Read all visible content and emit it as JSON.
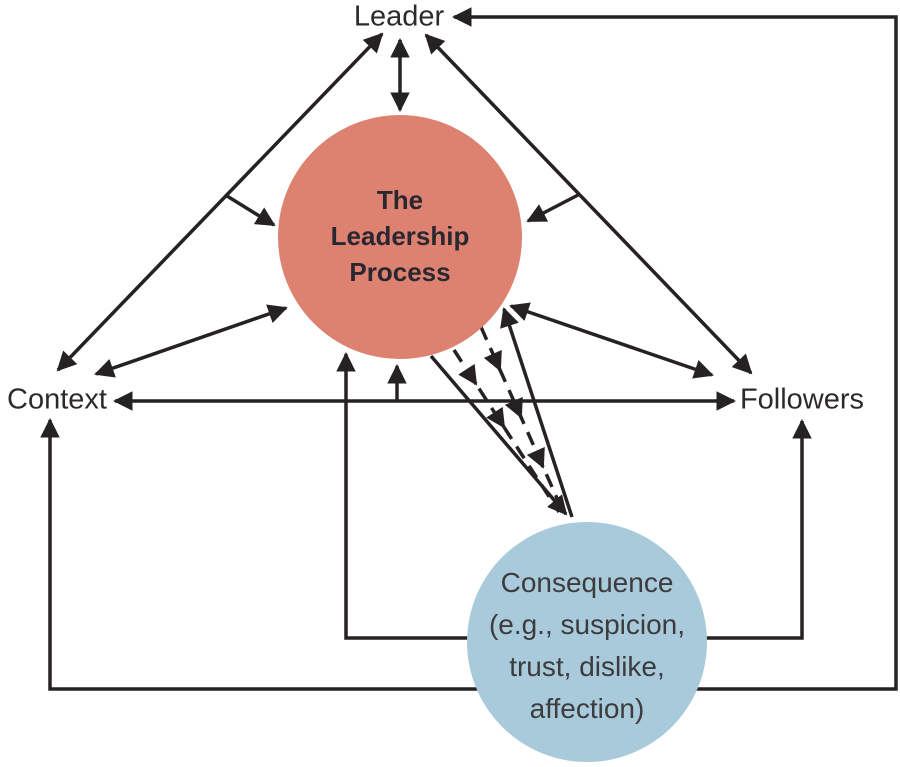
{
  "diagram_title": "The Leadership Process",
  "nodes": {
    "leader": {
      "label": "Leader"
    },
    "context": {
      "label": "Context"
    },
    "followers": {
      "label": "Followers"
    },
    "process": {
      "label": "The\nLeadership\nProcess"
    },
    "consequence": {
      "label": "Consequence\n(e.g., suspicion,\ntrust, dislike,\naffection)"
    }
  },
  "colors": {
    "line": "#262223",
    "label_text": "#2e2a2b",
    "process_circle": "#dd8171",
    "process_text": "#2b2730",
    "consequence_circle": "#a9cadb",
    "consequence_text": "#3c3b3d"
  },
  "edges": [
    {
      "from": "leader",
      "to": "process",
      "style": "solid",
      "arrows": "both"
    },
    {
      "from": "leader",
      "to": "context",
      "style": "solid",
      "arrows": "both"
    },
    {
      "from": "leader-context-line",
      "to": "process",
      "style": "solid",
      "arrows": "end"
    },
    {
      "from": "leader",
      "to": "followers",
      "style": "solid",
      "arrows": "both"
    },
    {
      "from": "leader-followers-line",
      "to": "process",
      "style": "solid",
      "arrows": "end"
    },
    {
      "from": "context",
      "to": "followers",
      "style": "solid",
      "arrows": "both"
    },
    {
      "from": "context-followers-line",
      "to": "process",
      "style": "solid",
      "arrows": "end"
    },
    {
      "from": "process",
      "to": "context",
      "style": "solid",
      "arrows": "both"
    },
    {
      "from": "process",
      "to": "followers",
      "style": "solid",
      "arrows": "both"
    },
    {
      "from": "process",
      "to": "consequence",
      "style": "solid",
      "arrows": "end"
    },
    {
      "from": "consequence",
      "to": "process",
      "style": "solid",
      "arrows": "end"
    },
    {
      "from": "process",
      "to": "consequence",
      "style": "dashed",
      "arrows": "chevrons-along-line"
    },
    {
      "from": "process",
      "to": "consequence",
      "style": "dashed",
      "arrows": "chevrons-along-line"
    },
    {
      "from": "consequence",
      "to": "process",
      "style": "solid-elbow",
      "arrows": "end"
    },
    {
      "from": "consequence",
      "to": "followers",
      "style": "solid-elbow",
      "arrows": "end"
    },
    {
      "from": "consequence",
      "to": "context",
      "style": "solid-elbow",
      "arrows": "end"
    },
    {
      "from": "consequence",
      "to": "leader",
      "style": "solid-outer-elbow",
      "arrows": "end"
    }
  ]
}
